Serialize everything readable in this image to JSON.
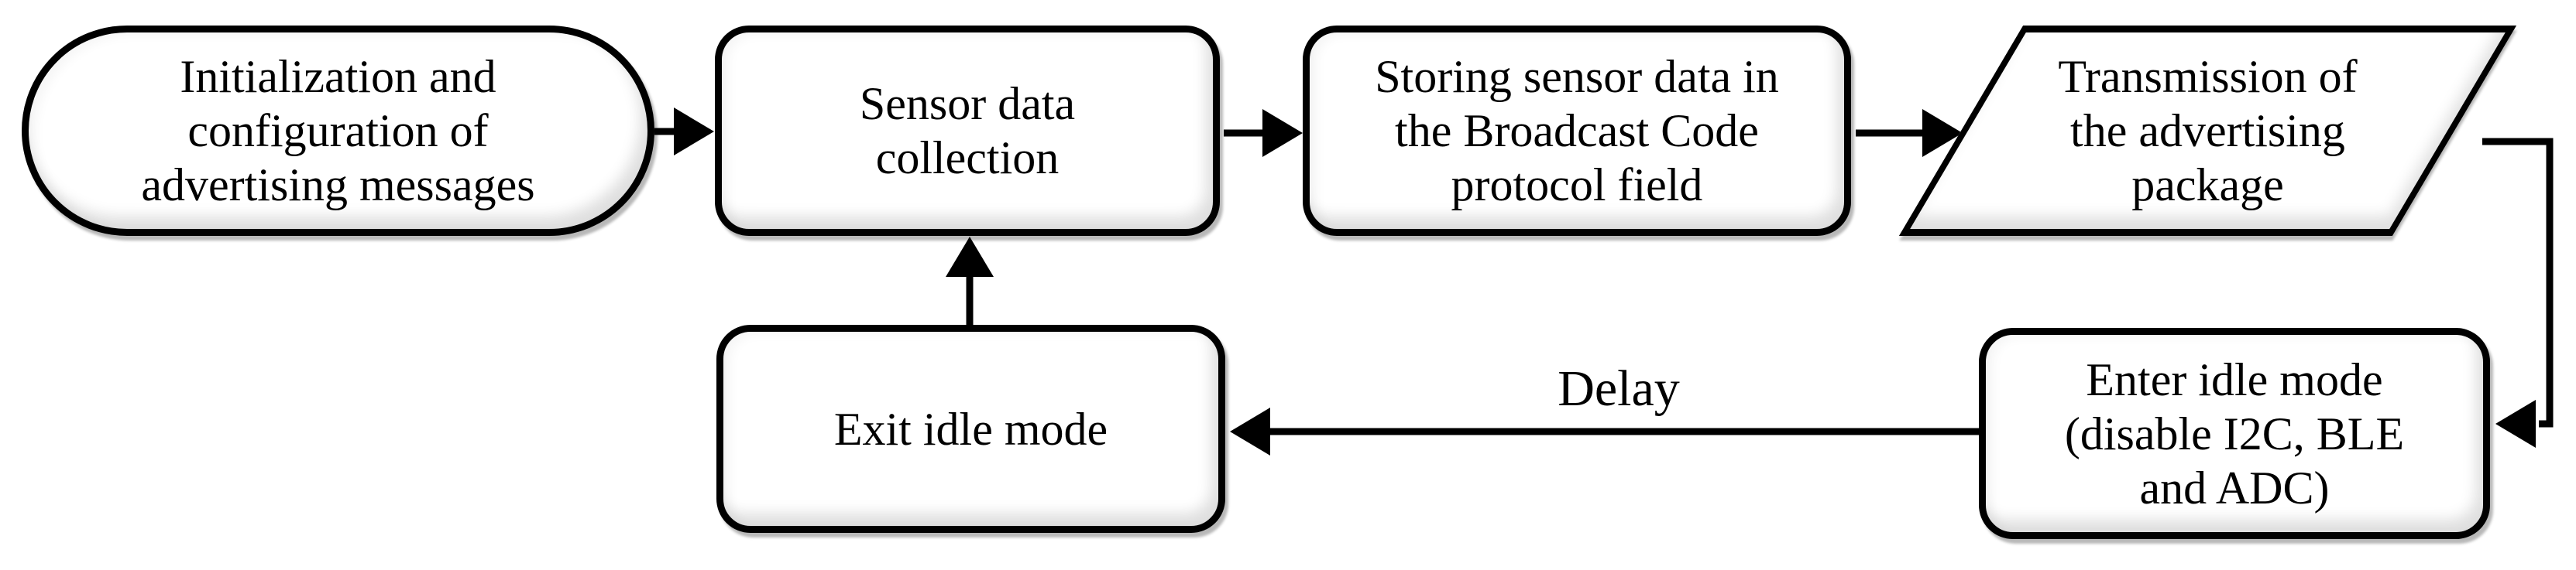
{
  "diagram": {
    "type": "flowchart",
    "background_color": "#ffffff",
    "stroke_color": "#000000",
    "node_fill_color": "#ffffff",
    "text_color": "#000000",
    "nodes": [
      {
        "id": "init",
        "shape": "stadium",
        "lines": [
          "Initialization and",
          "configuration of",
          "advertising messages"
        ]
      },
      {
        "id": "sensor-collection",
        "shape": "rounded-rectangle",
        "lines": [
          "Sensor data",
          "collection"
        ]
      },
      {
        "id": "storing",
        "shape": "rounded-rectangle",
        "lines": [
          "Storing sensor data in",
          "the Broadcast Code",
          "protocol field"
        ]
      },
      {
        "id": "transmission",
        "shape": "parallelogram",
        "lines": [
          "Transmission of",
          "the advertising",
          "package"
        ]
      },
      {
        "id": "enter-idle",
        "shape": "rounded-rectangle",
        "lines": [
          "Enter idle mode",
          "(disable I2C, BLE",
          "and ADC)"
        ]
      },
      {
        "id": "exit-idle",
        "shape": "rounded-rectangle",
        "lines": [
          "Exit idle mode"
        ]
      }
    ],
    "edges": [
      {
        "from": "init",
        "to": "sensor-collection",
        "label": ""
      },
      {
        "from": "sensor-collection",
        "to": "storing",
        "label": ""
      },
      {
        "from": "storing",
        "to": "transmission",
        "label": ""
      },
      {
        "from": "transmission",
        "to": "enter-idle",
        "label": ""
      },
      {
        "from": "enter-idle",
        "to": "exit-idle",
        "label": "Delay"
      },
      {
        "from": "exit-idle",
        "to": "sensor-collection",
        "label": ""
      }
    ]
  }
}
